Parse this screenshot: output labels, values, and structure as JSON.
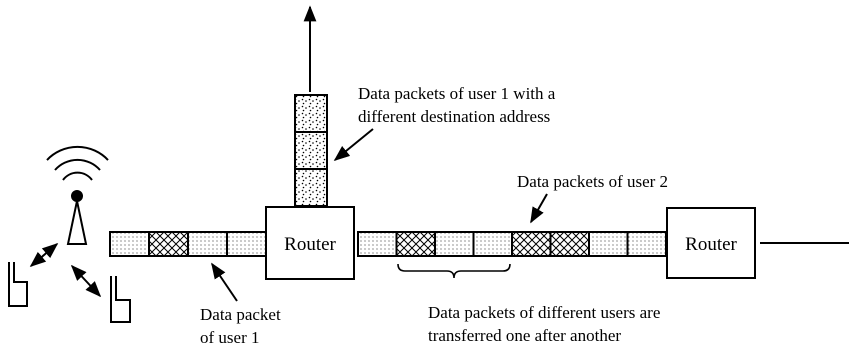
{
  "routers": [
    {
      "label": "Router"
    },
    {
      "label": "Router"
    }
  ],
  "labels": {
    "user1_dest": [
      "Data packets of user 1 with a",
      "different destination address"
    ],
    "user2": [
      "Data packets of user 2"
    ],
    "packet_user1": [
      "Data packet",
      "of user 1"
    ],
    "different_users": [
      "Data packets of different users are",
      "transferred one after another"
    ]
  },
  "link1_packets": [
    "dotted",
    "hatched",
    "dotted",
    "dotted"
  ],
  "link2_packets": [
    "dotted",
    "hatched",
    "dotted",
    "dotted",
    "hatched",
    "hatched",
    "dotted",
    "dotted"
  ],
  "uplink_packets": [
    "speckled",
    "speckled",
    "speckled"
  ],
  "icons": [
    "antenna-icon",
    "mobile-phone-icon",
    "mobile-phone-icon"
  ]
}
